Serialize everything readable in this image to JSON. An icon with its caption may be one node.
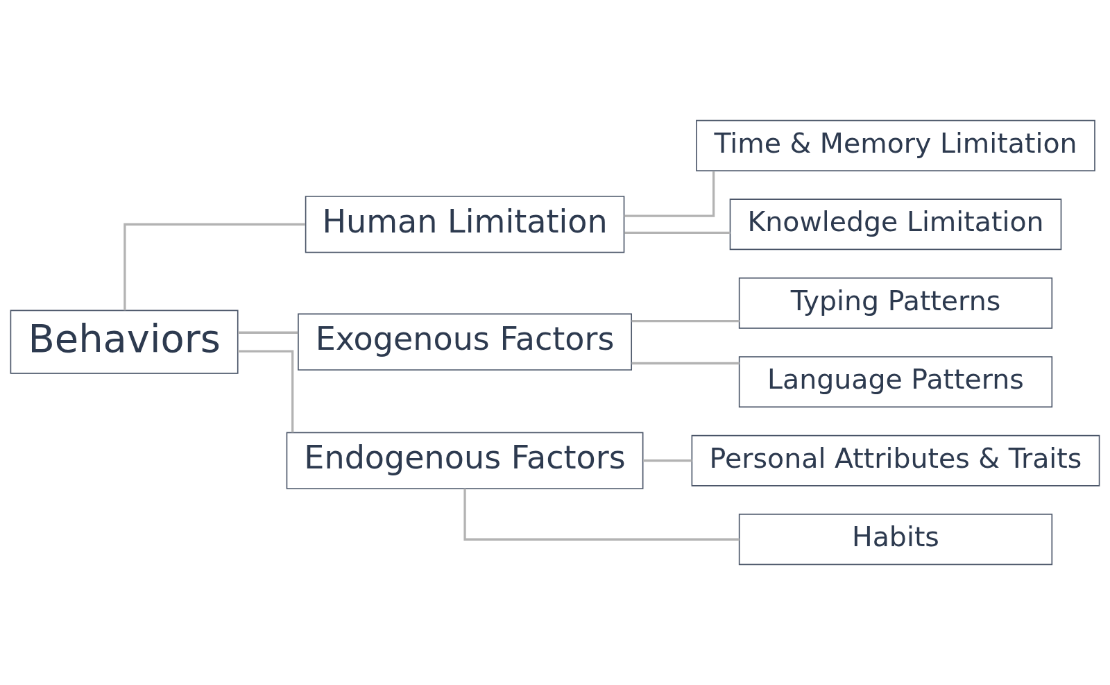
{
  "diagram": {
    "nodes": [
      {
        "text": [
          "Behaviors"
        ]
      },
      {
        "text": [
          "Human Limitation"
        ]
      },
      {
        "text": [
          "Time & Memory Limitation"
        ]
      },
      {
        "text": [
          "Knowledge Limitation"
        ]
      },
      {
        "text": [
          "Exogenous Factors"
        ]
      },
      {
        "text": [
          "Typing Patterns"
        ]
      },
      {
        "text": [
          "Language Patterns"
        ]
      },
      {
        "text": [
          "Endogenous Factors"
        ]
      },
      {
        "text": [
          "Personal Attributes & Traits"
        ]
      },
      {
        "text": [
          "Habits"
        ]
      }
    ],
    "edges": [
      {
        "from": 0,
        "to": 1,
        "arrow": "none"
      },
      {
        "from": 0,
        "to": 4,
        "arrow": "none"
      },
      {
        "from": 0,
        "to": 7,
        "arrow": "none"
      },
      {
        "from": 1,
        "to": 2,
        "arrow": "none"
      },
      {
        "from": 1,
        "to": 3,
        "arrow": "none"
      },
      {
        "from": 4,
        "to": 5,
        "arrow": "none"
      },
      {
        "from": 4,
        "to": 6,
        "arrow": "none"
      },
      {
        "from": 7,
        "to": 8,
        "arrow": "none"
      },
      {
        "from": 7,
        "to": 9,
        "arrow": "none"
      }
    ]
  }
}
